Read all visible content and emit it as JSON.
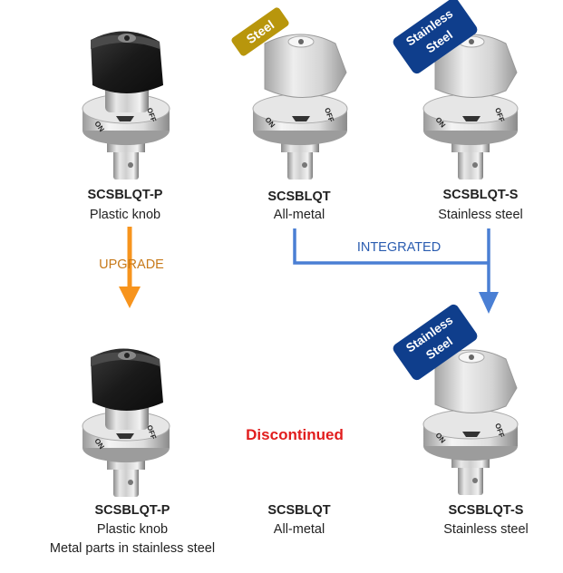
{
  "colors": {
    "plastic_knob": "#1f1f1f",
    "steel": "#c8c8c8",
    "upgrade_arrow": "#f7941d",
    "upgrade_text": "#c77a1a",
    "integrated_arrow": "#4a7fd4",
    "discontinued_text": "#e11d1d",
    "badge_steel": "#b8960c",
    "badge_stainless": "#0f3e8c"
  },
  "badges": {
    "steel": "Steel",
    "stainless_line1": "Stainless",
    "stainless_line2": "Steel"
  },
  "engraving": {
    "on": "ON",
    "off": "OFF"
  },
  "top_row": [
    {
      "code": "SCSBLQT-P",
      "desc": "Plastic knob",
      "knob": "plastic-knob-icon"
    },
    {
      "code": "SCSBLQT",
      "desc": "All-metal",
      "knob": "metal-knob-icon"
    },
    {
      "code": "SCSBLQT-S",
      "desc": "Stainless steel",
      "knob": "metal-knob-icon"
    }
  ],
  "arrows": {
    "upgrade": "UPGRADE",
    "integrated": "INTEGRATED"
  },
  "discontinued": "Discontinued",
  "bottom_row": [
    {
      "code": "SCSBLQT-P",
      "desc": "Plastic knob",
      "desc2": "Metal parts in stainless steel"
    },
    {
      "code": "SCSBLQT",
      "desc": "All-metal"
    },
    {
      "code": "SCSBLQT-S",
      "desc": "Stainless steel"
    }
  ]
}
